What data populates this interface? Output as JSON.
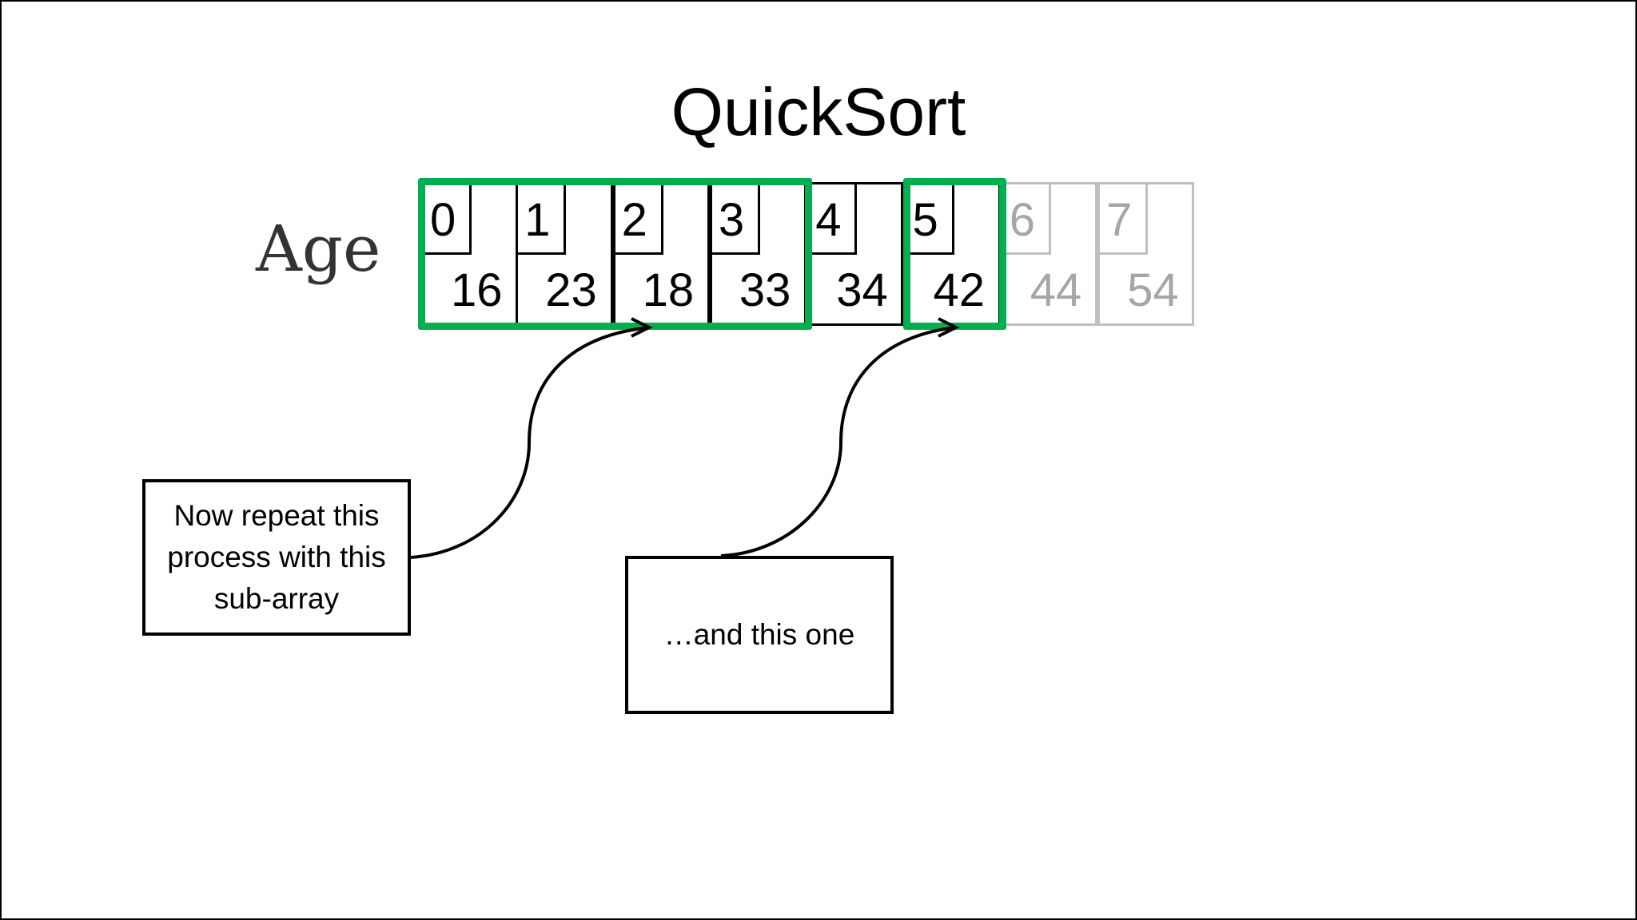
{
  "title": "QuickSort",
  "array_label": "Age",
  "cells": [
    {
      "index": "0",
      "value": "16",
      "state": "active"
    },
    {
      "index": "1",
      "value": "23",
      "state": "active"
    },
    {
      "index": "2",
      "value": "18",
      "state": "active"
    },
    {
      "index": "3",
      "value": "33",
      "state": "active"
    },
    {
      "index": "4",
      "value": "34",
      "state": "active"
    },
    {
      "index": "5",
      "value": "42",
      "state": "active"
    },
    {
      "index": "6",
      "value": "44",
      "state": "faded"
    },
    {
      "index": "7",
      "value": "54",
      "state": "faded"
    }
  ],
  "highlights": [
    {
      "from_index": 0,
      "to_index": 3
    },
    {
      "from_index": 5,
      "to_index": 5
    }
  ],
  "callouts": {
    "left": "Now repeat this process with this sub-array",
    "right": "…and this one"
  },
  "colors": {
    "active": "#000000",
    "faded": "#a6a6a6",
    "faded_border": "#bfbfbf",
    "highlight": "#00b050"
  }
}
